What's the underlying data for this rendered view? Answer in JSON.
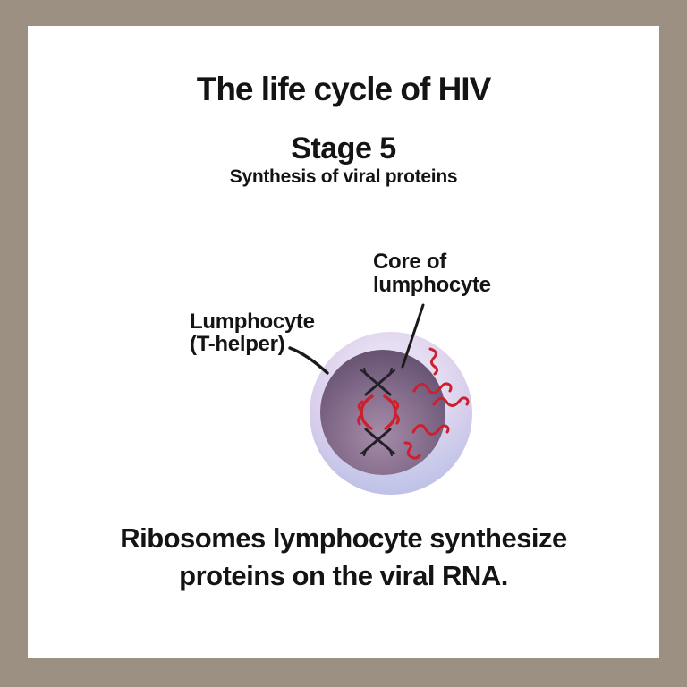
{
  "frame": {
    "border_color": "#9c9083",
    "card_color": "#ffffff"
  },
  "header": {
    "title": "The life cycle of HIV",
    "stage": "Stage 5",
    "subtitle": "Synthesis of viral proteins"
  },
  "diagram": {
    "labels": {
      "core": {
        "line1": "Core of",
        "line2": "lumphocyte"
      },
      "cell": {
        "line1": "Lumphocyte",
        "line2": "(T-helper)"
      }
    },
    "colors": {
      "membrane_inner": "#f3eef9",
      "membrane_mid": "#e8dff2",
      "membrane_soft": "#dccceb",
      "membrane_edge": "#c8b6df",
      "membrane_blue": "#b3c4e8",
      "core_light": "#a58ca8",
      "core_mid": "#8a7190",
      "core_dark": "#645070",
      "rna_red": "#ce1f2e",
      "chromosome_black": "#241f28",
      "leader_line": "#1a1a1a"
    }
  },
  "caption": {
    "line1": "Ribosomes lymphocyte synthesize",
    "line2": "proteins on the viral RNA."
  }
}
